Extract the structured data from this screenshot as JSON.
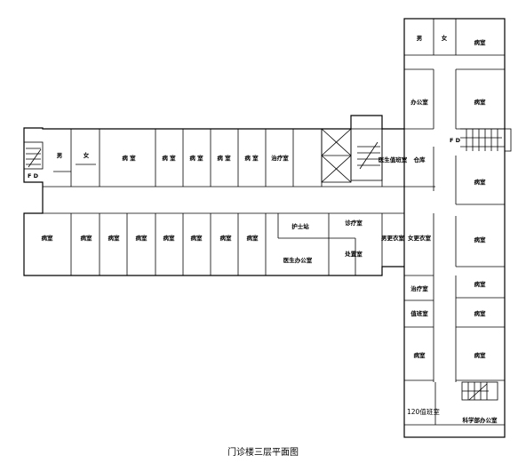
{
  "caption": "门诊楼三层平面图",
  "rooms": {
    "male_toilet_right": "男",
    "female_toilet_right": "女",
    "ward": "病室",
    "ward_spaced": "病 室",
    "office": "办公室",
    "doctor_duty_room": "医生值班室",
    "storage": "仓库",
    "treatment_room": "治疗室",
    "male_toilet_left": "男",
    "female_toilet_left": "女",
    "nurse_station": "护士站",
    "consultation_room": "诊疗室",
    "doctor_office": "医生办公室",
    "disposal_room": "处置室",
    "male_changing": "男更衣室",
    "female_changing": "女更衣室",
    "treatment_room_2": "治疗室",
    "duty_room": "值班室",
    "emergency_120": "120值班室",
    "head_nurse_office": "科学部办公室"
  },
  "stair_markers": {
    "left": "F D",
    "right": "F D"
  }
}
